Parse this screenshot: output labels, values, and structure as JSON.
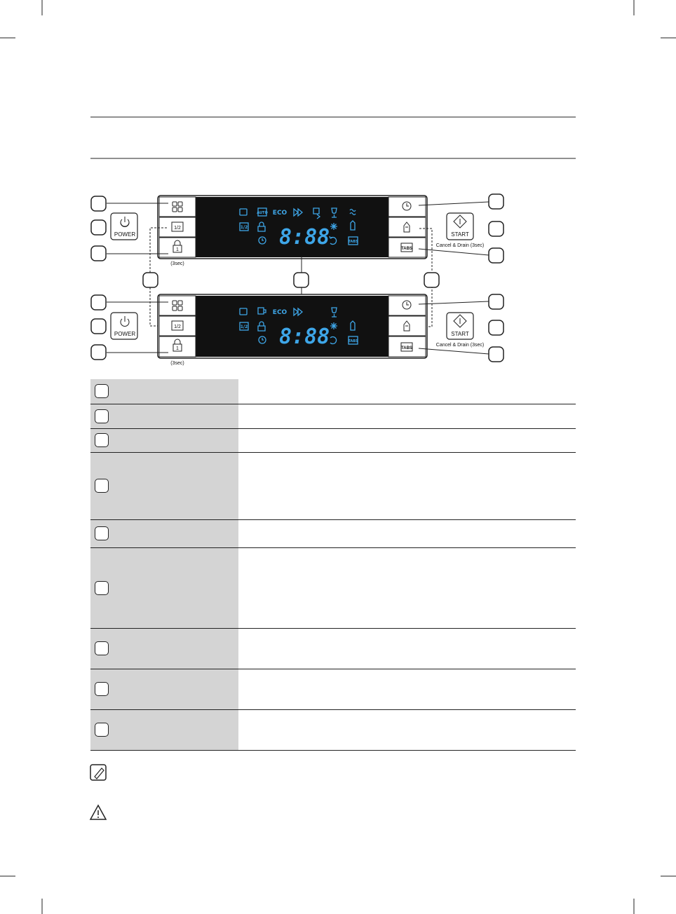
{
  "control_panel_top": {
    "left_buttons": [
      {
        "icon": "program-grid-icon",
        "text": ""
      },
      {
        "icon": "half-load-icon",
        "text": "1/2"
      },
      {
        "icon": "child-lock-icon",
        "text": "1",
        "caption": "(3sec)"
      }
    ],
    "power_label": "POWER",
    "display_icons_row1": [
      "pot-icon",
      "AUTO",
      "ECO",
      "fast-forward-icon",
      "glass-cycle-icon",
      "wine-glass-icon",
      "steam-icon"
    ],
    "display_icons_row2": [
      "1/2",
      "lock-icon",
      "salt-sparkle-icon",
      "rinse-aid-icon"
    ],
    "display_icons_row3": [
      "clock-icon",
      "refresh-icon",
      "TABS"
    ],
    "display_digits": "8:88",
    "right_buttons": [
      {
        "icon": "delay-clock-icon",
        "text": ""
      },
      {
        "icon": "rinse-bottle-icon",
        "text": ""
      },
      {
        "icon": "tabs-icon",
        "text": "TABS"
      }
    ],
    "start_label": "START",
    "cancel_label": "Cancel & Drain (3sec)"
  },
  "control_panel_bottom": {
    "left_buttons": [
      {
        "icon": "program-grid-icon",
        "text": ""
      },
      {
        "icon": "half-load-icon",
        "text": "1/2"
      },
      {
        "icon": "child-lock-icon",
        "text": "1",
        "caption": "(3sec)"
      }
    ],
    "power_label": "POWER",
    "display_icons_row1": [
      "pot-icon",
      "cup-icon",
      "ECO",
      "fast-forward-icon",
      "wine-glass-icon"
    ],
    "display_digits": "8:88",
    "start_label": "START",
    "cancel_label": "Cancel & Drain (3sec)"
  },
  "legend_rows": 9,
  "note_icon": "note-pencil-icon",
  "warning_icon": "warning-triangle-icon"
}
